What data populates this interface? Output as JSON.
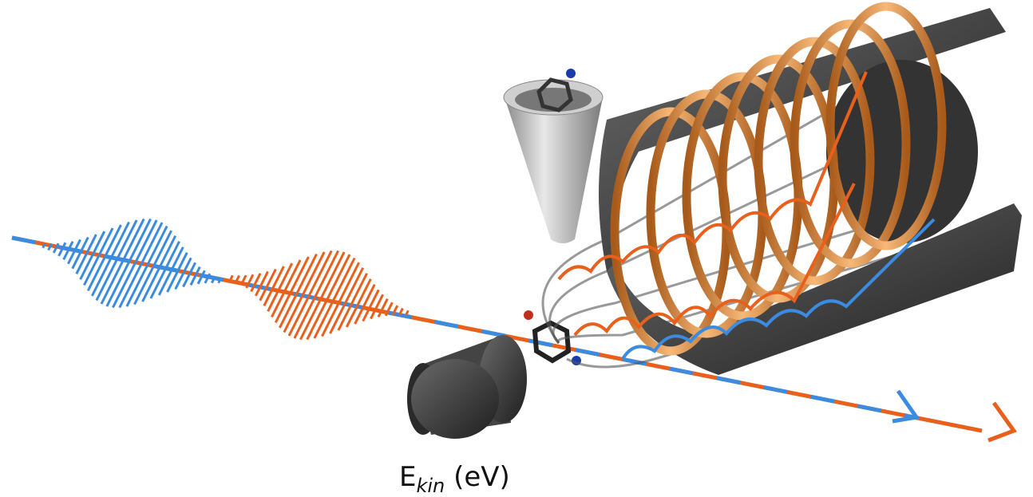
{
  "label": {
    "symbol": "E",
    "subscript": "kin",
    "unit": "(eV)"
  },
  "colors": {
    "orange": "#e8601c",
    "blue": "#3b8be0",
    "copper": "#d98a3a",
    "dark": "#3a3a3a"
  }
}
